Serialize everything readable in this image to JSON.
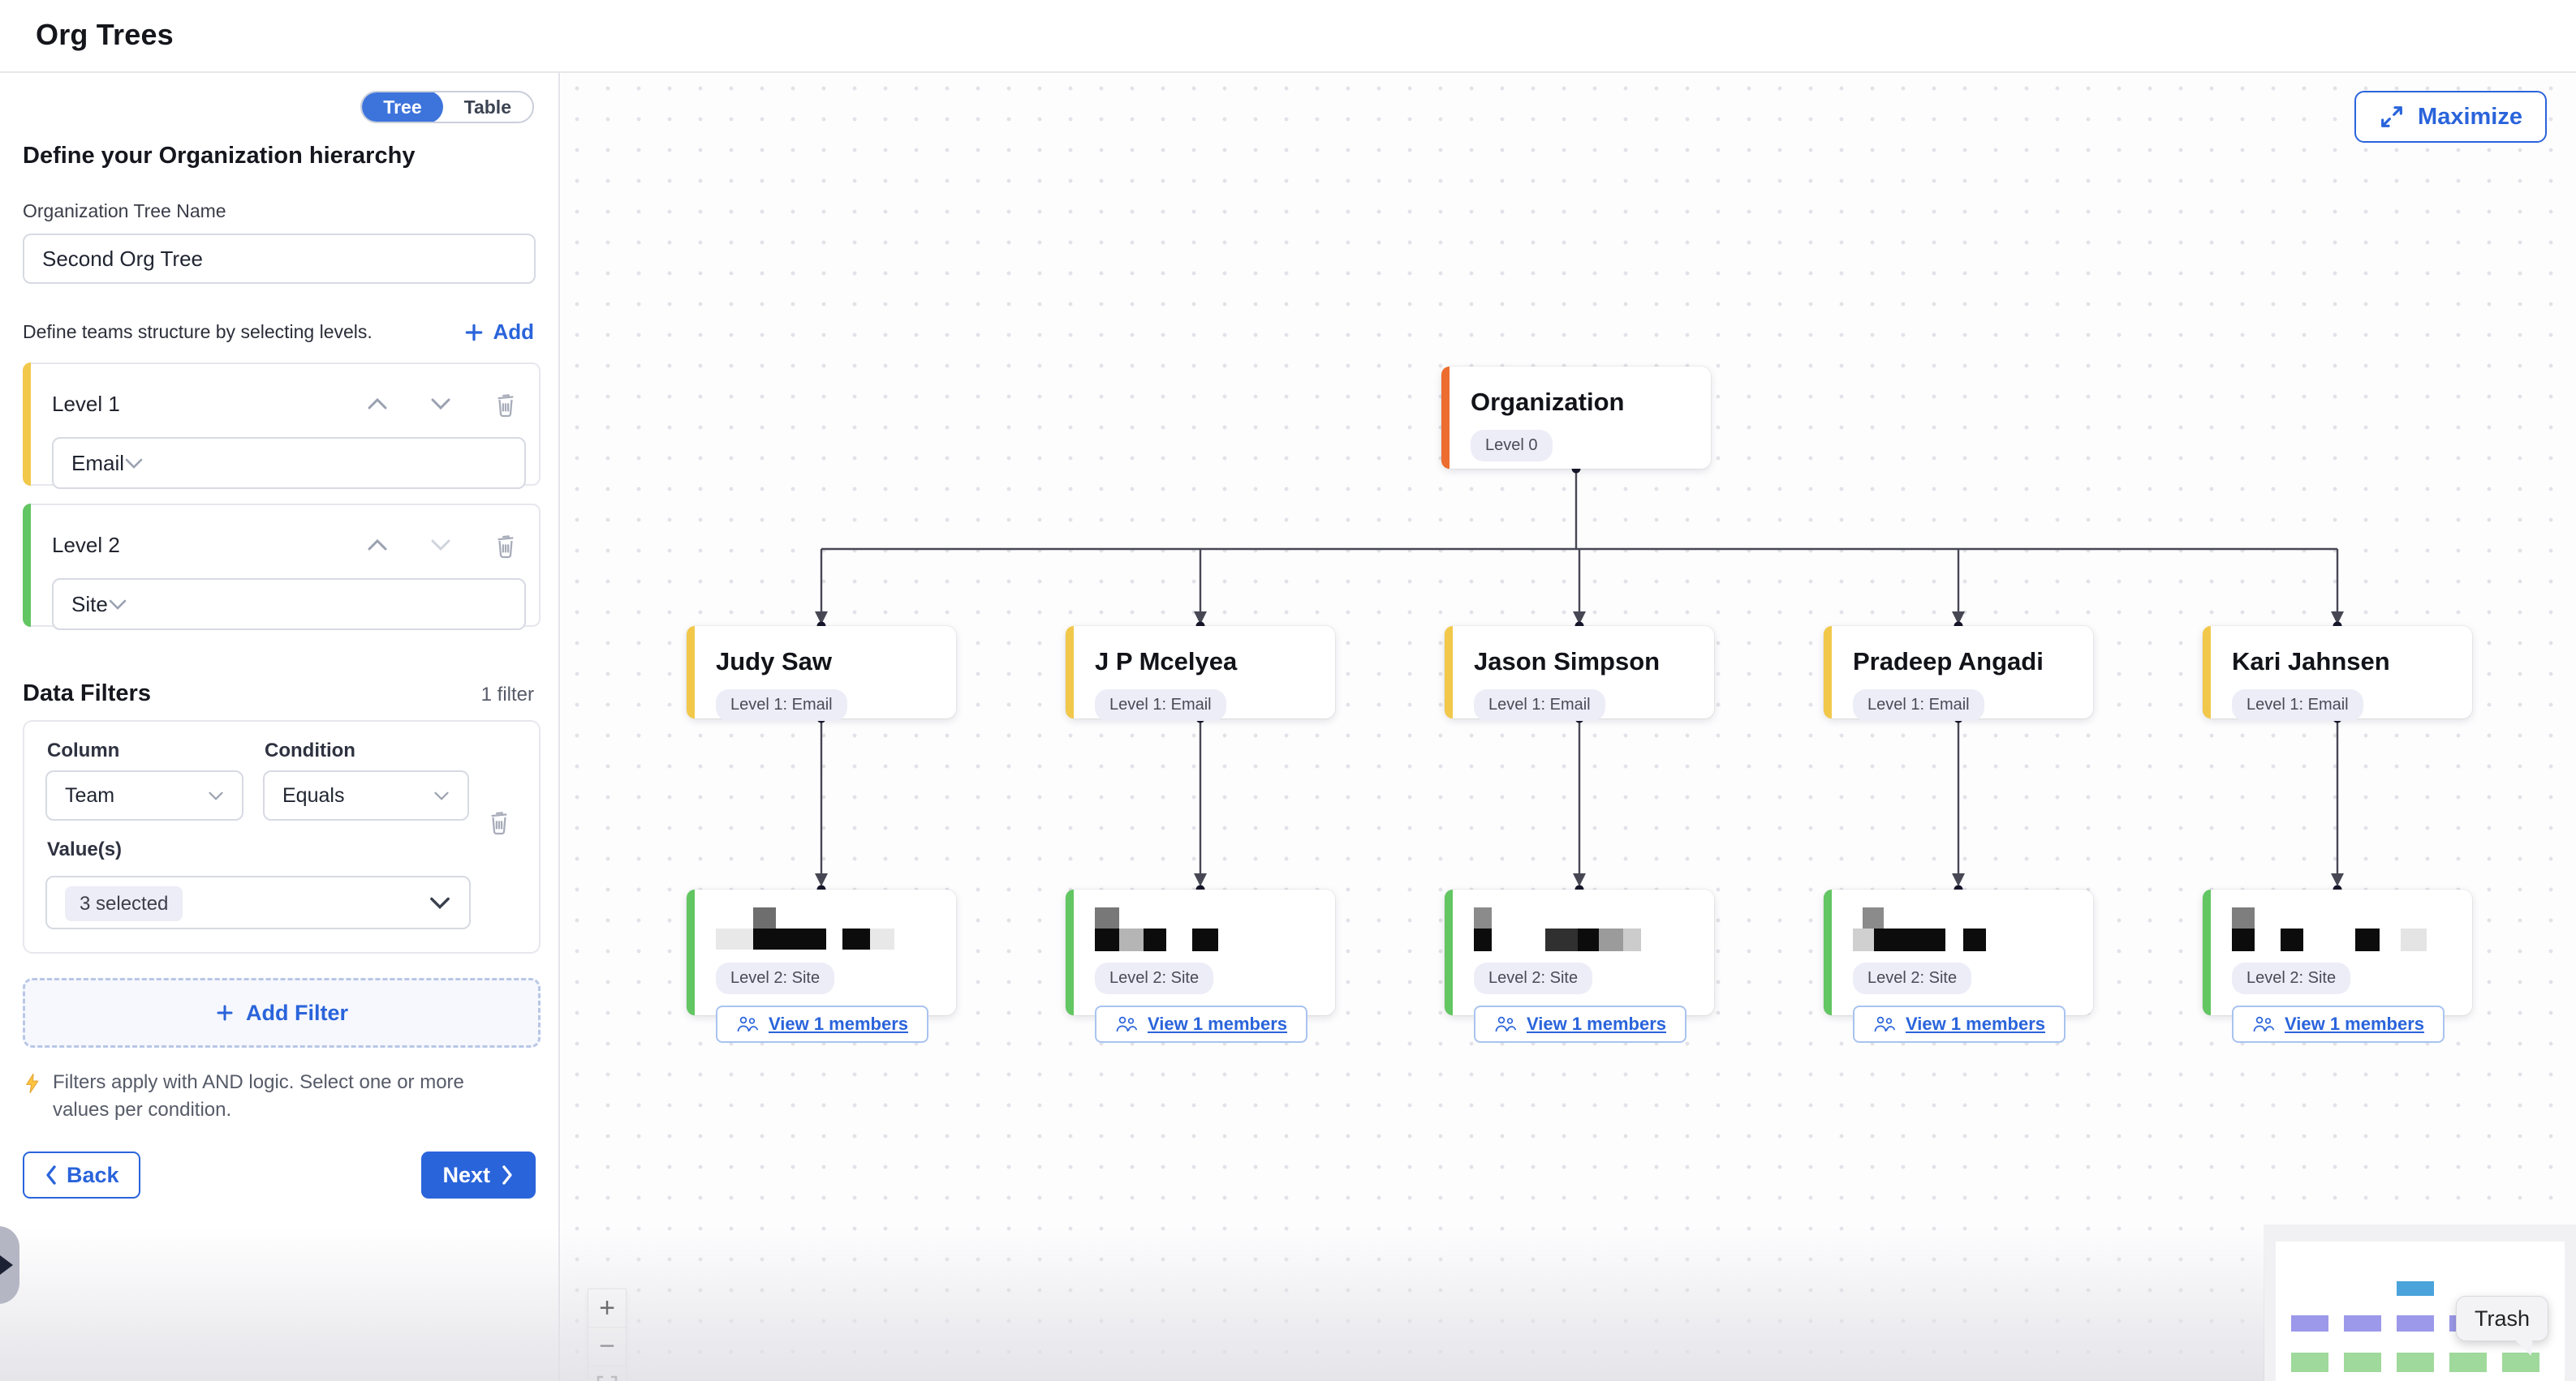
{
  "header": {
    "title": "Org Trees"
  },
  "sidebar": {
    "view_toggle": {
      "tree": "Tree",
      "table": "Table"
    },
    "heading": "Define your Organization hierarchy",
    "tree_name": {
      "label": "Organization Tree Name",
      "value": "Second Org Tree"
    },
    "levels_section": {
      "description": "Define teams structure by selecting levels.",
      "add_label": "Add"
    },
    "levels": [
      {
        "name": "Level 1",
        "value": "Email",
        "color": "#f2c84b"
      },
      {
        "name": "Level 2",
        "value": "Site",
        "color": "#62c662"
      }
    ],
    "filters_section": {
      "title": "Data Filters",
      "count_label": "1 filter",
      "column_label": "Column",
      "condition_label": "Condition",
      "values_label": "Value(s)",
      "filter": {
        "column": "Team",
        "condition": "Equals",
        "values": "3 selected"
      },
      "add_filter_label": "Add Filter",
      "note": "Filters apply with AND logic. Select one or more values per condition."
    },
    "back_label": "Back",
    "next_label": "Next"
  },
  "canvas": {
    "maximize_label": "Maximize",
    "tree": {
      "root": {
        "title": "Organization",
        "badge": "Level 0",
        "color": "#ed6c2f"
      },
      "children": [
        {
          "name": "Judy Saw",
          "badge": "Level 1: Email",
          "color": "#f2c84b"
        },
        {
          "name": "J P Mcelyea",
          "badge": "Level 1: Email",
          "color": "#f2c84b"
        },
        {
          "name": "Jason Simpson",
          "badge": "Level 1: Email",
          "color": "#f2c84b"
        },
        {
          "name": "Pradeep Angadi",
          "badge": "Level 1: Email",
          "color": "#f2c84b"
        },
        {
          "name": "Kari Jahnsen",
          "badge": "Level 1: Email",
          "color": "#f2c84b"
        }
      ],
      "leaves": [
        {
          "badge": "Level 2: Site",
          "button": "View 1 members",
          "color": "#62c662",
          "redaction": [
            [
              0,
              26,
              46,
              26,
              "#e8e8e8"
            ],
            [
              46,
              26,
              90,
              26,
              "#0c0c0c"
            ],
            [
              46,
              0,
              28,
              26,
              "#6e6e6e"
            ],
            [
              156,
              26,
              34,
              26,
              "#0c0c0c"
            ],
            [
              190,
              26,
              30,
              26,
              "#e8e8e8"
            ]
          ]
        },
        {
          "badge": "Level 2: Site",
          "button": "View 1 members",
          "color": "#62c662",
          "redaction": [
            [
              0,
              0,
              30,
              26,
              "#787878"
            ],
            [
              0,
              26,
              30,
              28,
              "#0c0c0c"
            ],
            [
              30,
              26,
              30,
              28,
              "#b5b5b5"
            ],
            [
              60,
              26,
              28,
              28,
              "#0c0c0c"
            ],
            [
              120,
              26,
              32,
              28,
              "#0c0c0c"
            ]
          ]
        },
        {
          "badge": "Level 2: Site",
          "button": "View 1 members",
          "color": "#62c662",
          "redaction": [
            [
              0,
              0,
              22,
              26,
              "#8b8b8b"
            ],
            [
              0,
              26,
              22,
              28,
              "#0c0c0c"
            ],
            [
              88,
              26,
              40,
              28,
              "#303030"
            ],
            [
              128,
              26,
              26,
              28,
              "#0c0c0c"
            ],
            [
              154,
              26,
              30,
              28,
              "#9b9b9b"
            ],
            [
              184,
              26,
              22,
              28,
              "#cccccc"
            ]
          ]
        },
        {
          "badge": "Level 2: Site",
          "button": "View 1 members",
          "color": "#62c662",
          "redaction": [
            [
              12,
              0,
              26,
              26,
              "#8b8b8b"
            ],
            [
              0,
              26,
              26,
              28,
              "#d0d0d0"
            ],
            [
              26,
              26,
              88,
              28,
              "#0c0c0c"
            ],
            [
              136,
              26,
              28,
              28,
              "#0c0c0c"
            ]
          ]
        },
        {
          "badge": "Level 2: Site",
          "button": "View 1 members",
          "color": "#62c662",
          "redaction": [
            [
              0,
              0,
              28,
              26,
              "#7e7e7e"
            ],
            [
              0,
              26,
              28,
              28,
              "#0c0c0c"
            ],
            [
              60,
              26,
              28,
              28,
              "#0c0c0c"
            ],
            [
              152,
              26,
              30,
              28,
              "#0c0c0c"
            ],
            [
              208,
              26,
              32,
              28,
              "#e4e4e4"
            ]
          ]
        }
      ]
    },
    "zoom_controls": {
      "zoom_in": "+",
      "zoom_out": "−"
    },
    "minimap": {
      "root_color": "#4aa3da",
      "level1_color": "#9c99ea",
      "level2_color": "#9fd99b"
    },
    "tooltip": "Trash"
  }
}
